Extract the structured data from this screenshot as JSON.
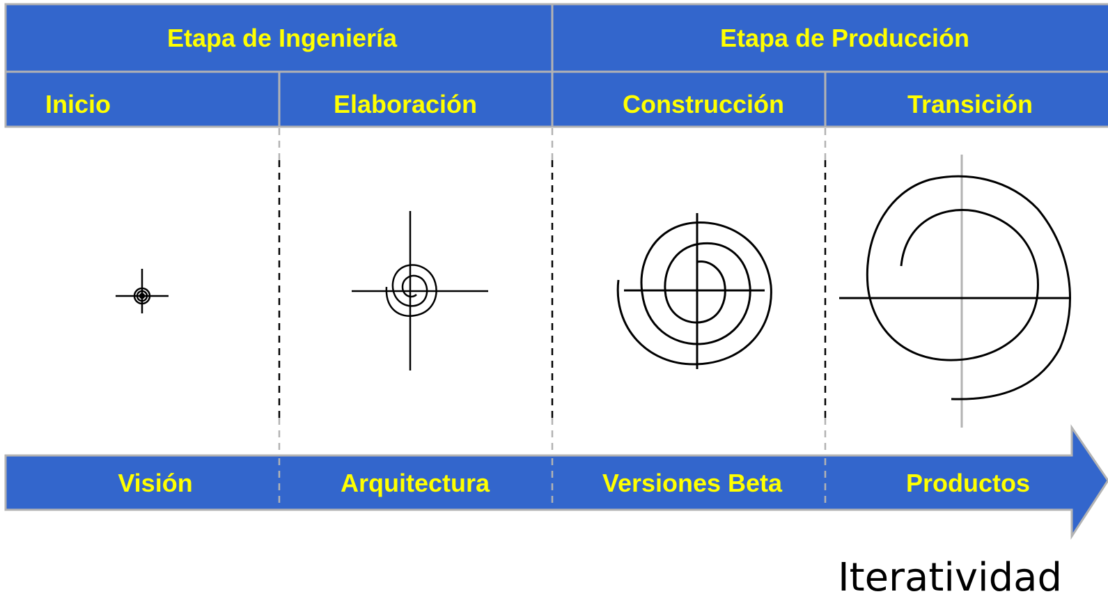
{
  "stages": [
    {
      "label": "Etapa de Ingeniería"
    },
    {
      "label": "Etapa de Producción"
    }
  ],
  "phases": [
    {
      "label": "Inicio"
    },
    {
      "label": "Elaboración"
    },
    {
      "label": "Construcción"
    },
    {
      "label": "Transición"
    }
  ],
  "deliverables": [
    {
      "label": "Visión"
    },
    {
      "label": "Arquitectura"
    },
    {
      "label": "Versiones Beta"
    },
    {
      "label": "Productos"
    }
  ],
  "footer": {
    "label": "Iteratividad"
  },
  "colors": {
    "band": "#3366cc",
    "label": "#ffff00",
    "border": "#b3b3b3",
    "ink": "#000000"
  }
}
